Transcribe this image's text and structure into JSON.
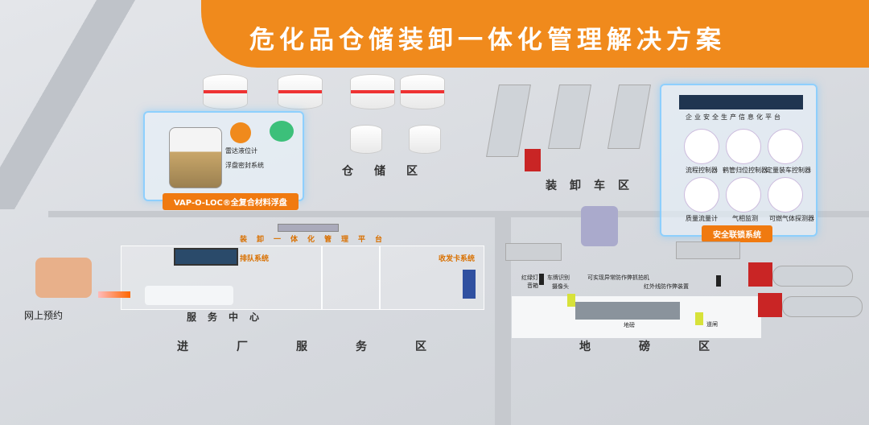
{
  "title": "危化品仓储装卸一体化管理解决方案",
  "zones": {
    "storage": "仓储区",
    "loading": "装卸车区",
    "service": "进厂服务区",
    "weighbridge": "地磅区",
    "service_center": "服务中心"
  },
  "storage_panel": {
    "radar": "雷达液位计",
    "seal": "浮盘密封系统",
    "badge": "VAP-O-LOC®全复合材料浮盘"
  },
  "safety_panel": {
    "platform": "企业安全生产信息化平台",
    "items": [
      "流程控制器",
      "鹤管归位控制器",
      "定量装车控制器",
      "质量流量计",
      "气相监测",
      "可燃气体探测器"
    ],
    "badge": "安全联锁系统"
  },
  "service": {
    "platform": "装卸一体化管理平台",
    "queue": "排队系统",
    "card": "收发卡系统",
    "online": "网上预约"
  },
  "weigh": {
    "traffic_light": "红绿灯",
    "plate": "车牌识别",
    "speaker": "音箱",
    "camera": "摄像头",
    "capture": "可实现异常防作弊抓拍机",
    "infrared": "红外线防作弊装置",
    "scale": "地磅",
    "gate": "道闸"
  },
  "colors": {
    "accent": "#f08a1c"
  }
}
